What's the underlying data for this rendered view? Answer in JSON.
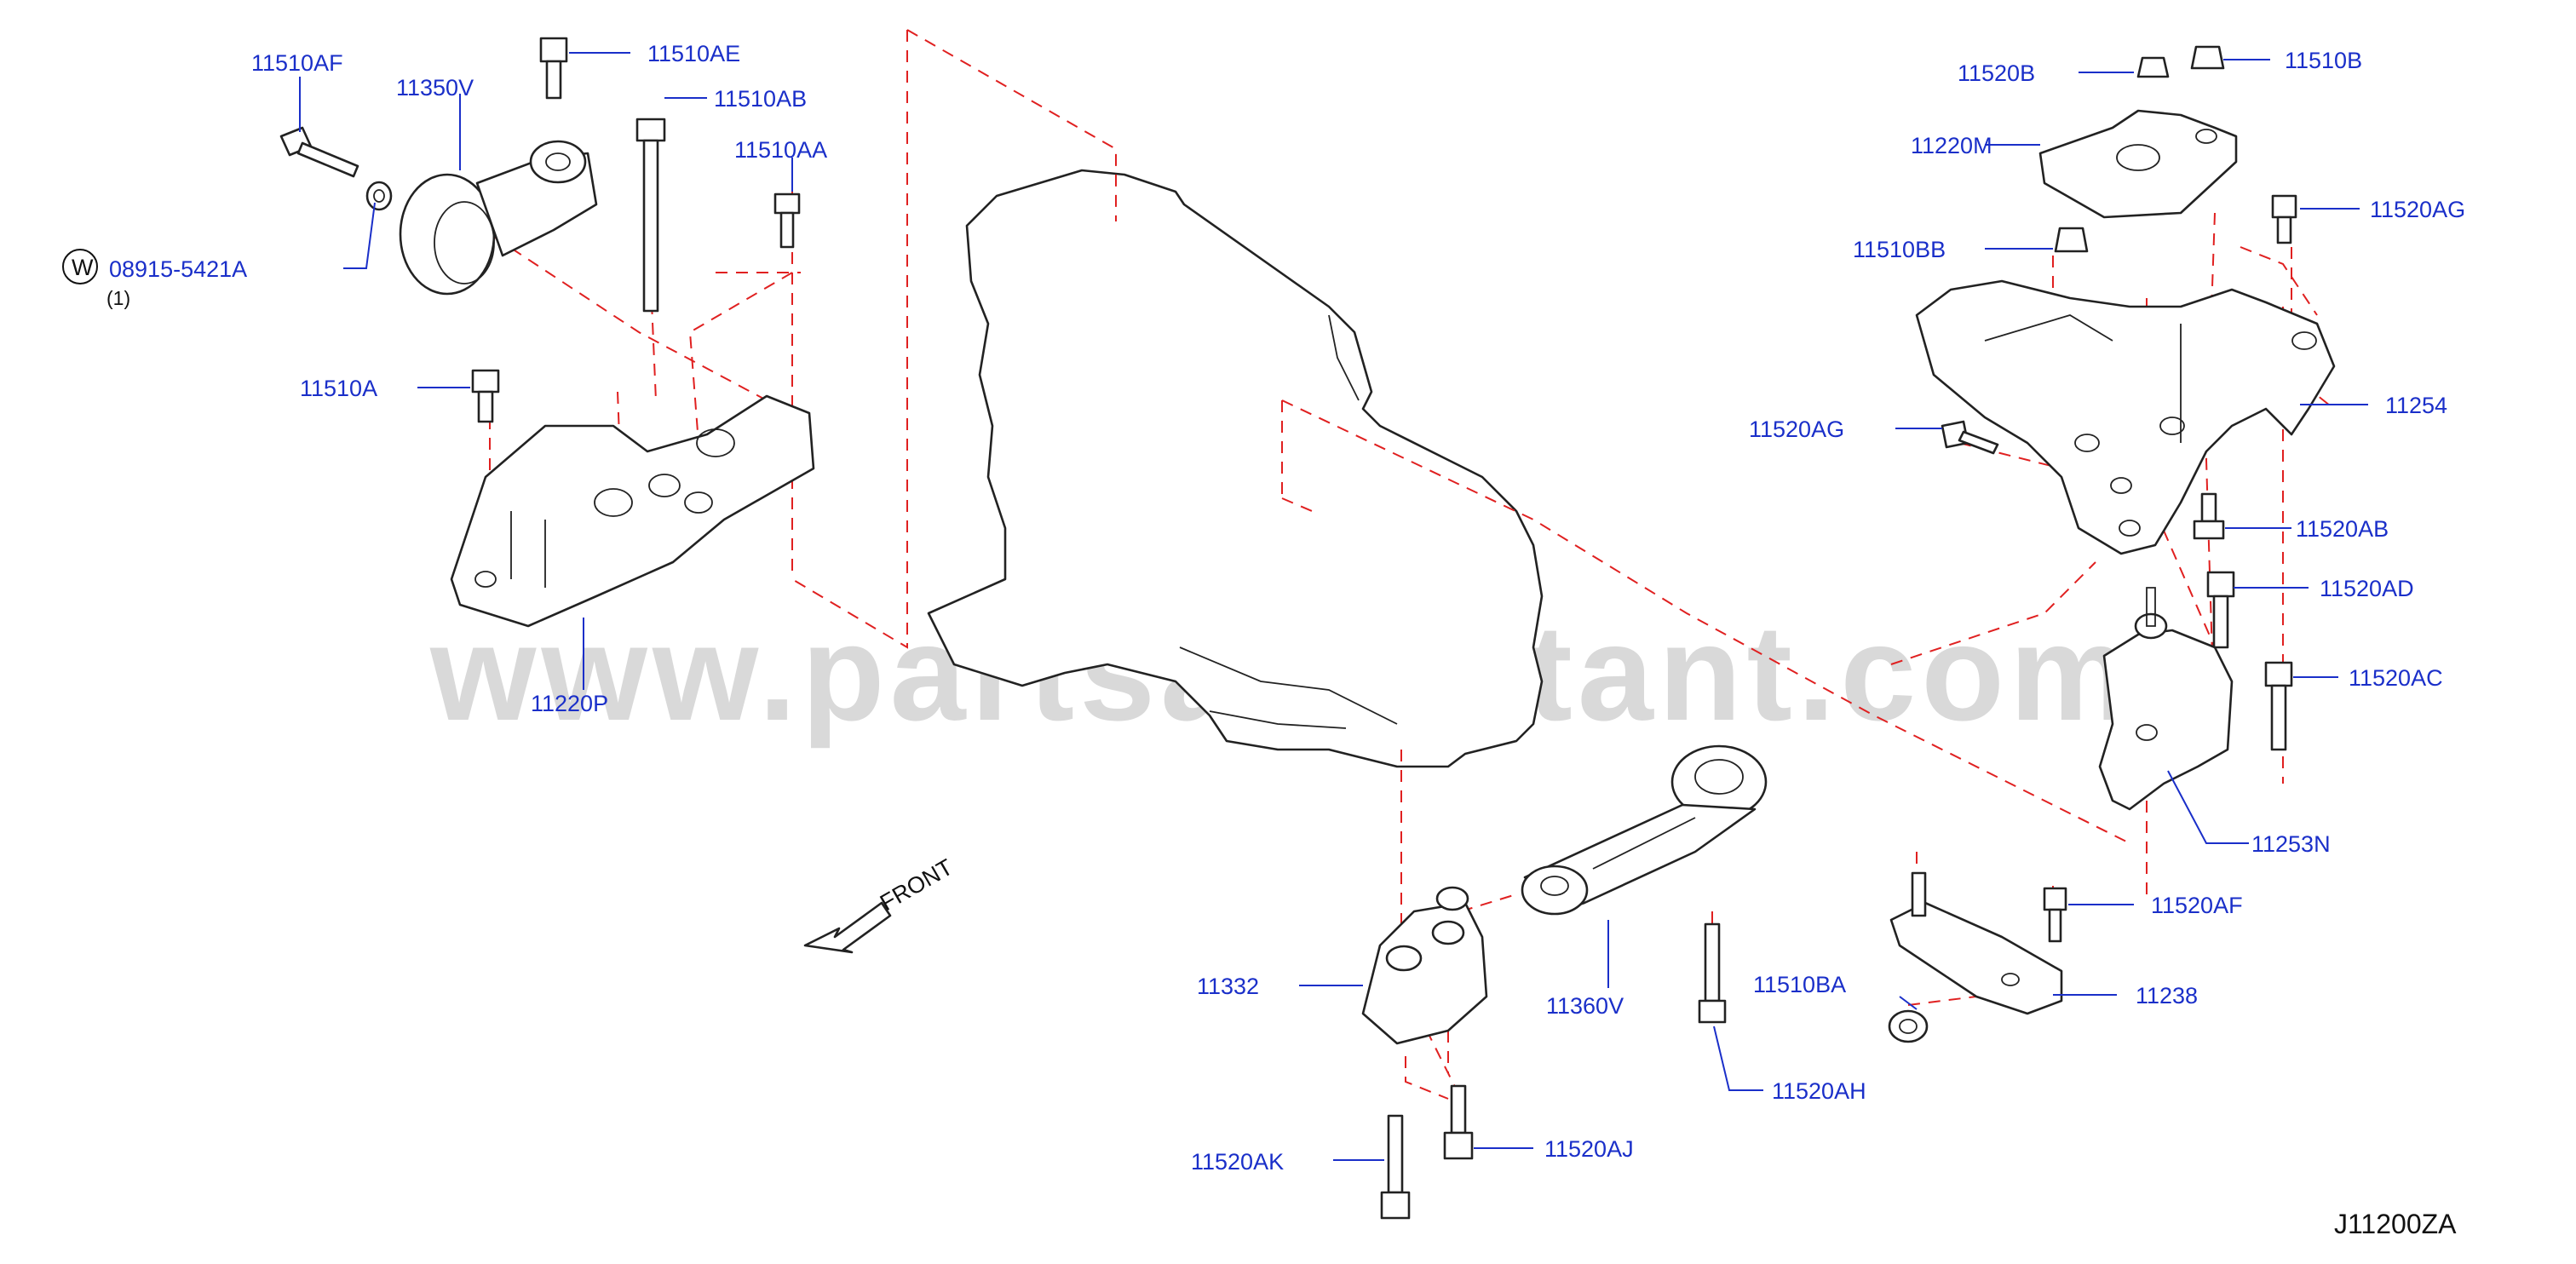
{
  "diagram_code": "J11200ZA",
  "watermark": "www.partsassistant.com",
  "front_label": "FRONT",
  "colors": {
    "callout": "#1a2fc9",
    "dashed_lines": "#e02020",
    "outline": "#222222",
    "watermark": "#d9d9d9"
  },
  "labels": {
    "p11510AF": "11510AF",
    "p11350V": "11350V",
    "p11510AE": "11510AE",
    "p11510AB": "11510AB",
    "p11510AA": "11510AA",
    "w_symbol": "W",
    "p08915_5421A": "08915-5421A",
    "qty_1": "(1)",
    "p11510A": "11510A",
    "p11220P": "11220P",
    "p11520B": "11520B",
    "p11510B": "11510B",
    "p11220M": "11220M",
    "p11520AG_top": "11520AG",
    "p11510BB": "11510BB",
    "p11254": "11254",
    "p11520AG_left": "11520AG",
    "p11520AB": "11520AB",
    "p11520AD": "11520AD",
    "p11520AC": "11520AC",
    "p11253N": "11253N",
    "p11520AF": "11520AF",
    "p11238": "11238",
    "p11510BA": "11510BA",
    "p11520AH": "11520AH",
    "p11360V": "11360V",
    "p11332": "11332",
    "p11520AK": "11520AK",
    "p11520AJ": "11520AJ"
  }
}
